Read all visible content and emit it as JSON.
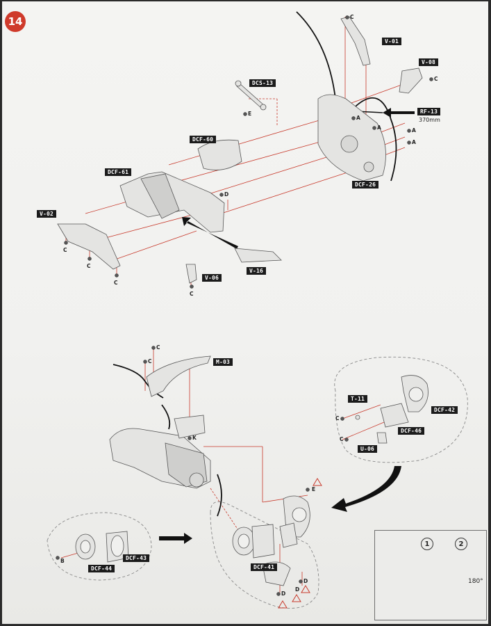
{
  "step_number": "14",
  "parts_top": {
    "v01": "V-01",
    "v08": "V-08",
    "dcs13": "DCS-13",
    "rf13": "RF-13",
    "rf13_length": "370mm",
    "dcf60": "DCF-60",
    "dcf61": "DCF-61",
    "dcf26": "DCF-26",
    "v02": "V-02",
    "v06": "V-06",
    "v16": "V-16"
  },
  "parts_bottom": {
    "m03": "M-03",
    "t11": "T-11",
    "dcf42": "DCF-42",
    "dcf46": "DCF-46",
    "u06": "U-06",
    "dcf44": "DCF-44",
    "dcf43": "DCF-43",
    "dcf41": "DCF-41"
  },
  "screws": {
    "A": "A",
    "B": "B",
    "C": "C",
    "D": "D",
    "E": "E",
    "K": "K"
  },
  "tool_panel": {
    "step1": "1",
    "step2": "2",
    "rotation": "180°"
  }
}
